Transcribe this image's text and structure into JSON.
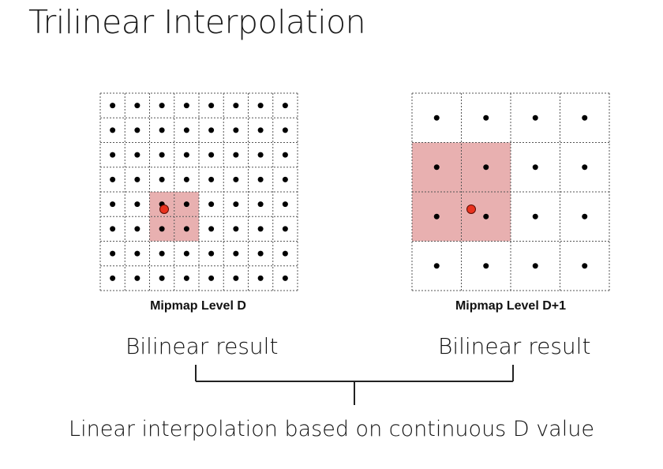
{
  "title": "Trilinear Interpolation",
  "panels": [
    {
      "caption": "Mipmap Level D",
      "grid_cells": 8,
      "highlight_cells": [
        [
          2,
          4
        ],
        [
          3,
          4
        ],
        [
          2,
          5
        ],
        [
          3,
          5
        ]
      ],
      "highlight_color": "#e8b0b0",
      "sample_color": "#e8321e"
    },
    {
      "caption": "Mipmap Level D+1",
      "grid_cells": 4,
      "highlight_cells": [
        [
          0,
          1
        ],
        [
          1,
          1
        ],
        [
          0,
          2
        ],
        [
          1,
          2
        ]
      ],
      "highlight_color": "#e8b0b0",
      "sample_color": "#e8321e"
    }
  ],
  "results": {
    "left": "Bilinear result",
    "right": "Bilinear result"
  },
  "bottom_text": "Linear interpolation based on continuous D value"
}
